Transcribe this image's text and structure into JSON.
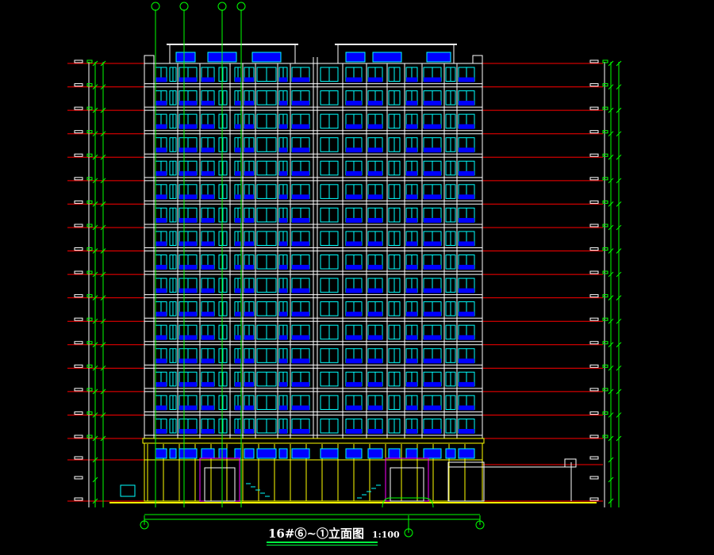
{
  "drawing": {
    "title": "16#⑥~①立面图",
    "scale": "1:100",
    "background": "#000000"
  },
  "colors": {
    "wall": "#ffffff",
    "window_frame": "#00ffff",
    "glass": "#0000ff",
    "grid": "#00ff00",
    "level": "#ff0000",
    "podium": "#ffff00",
    "frame": "#ff00ff",
    "title_underline": "#00ff40"
  },
  "floors": {
    "tower_storeys": 16,
    "podium_storeys": 2
  },
  "axis_marks": {
    "bubble_icon": "axis-bubble-icon"
  }
}
